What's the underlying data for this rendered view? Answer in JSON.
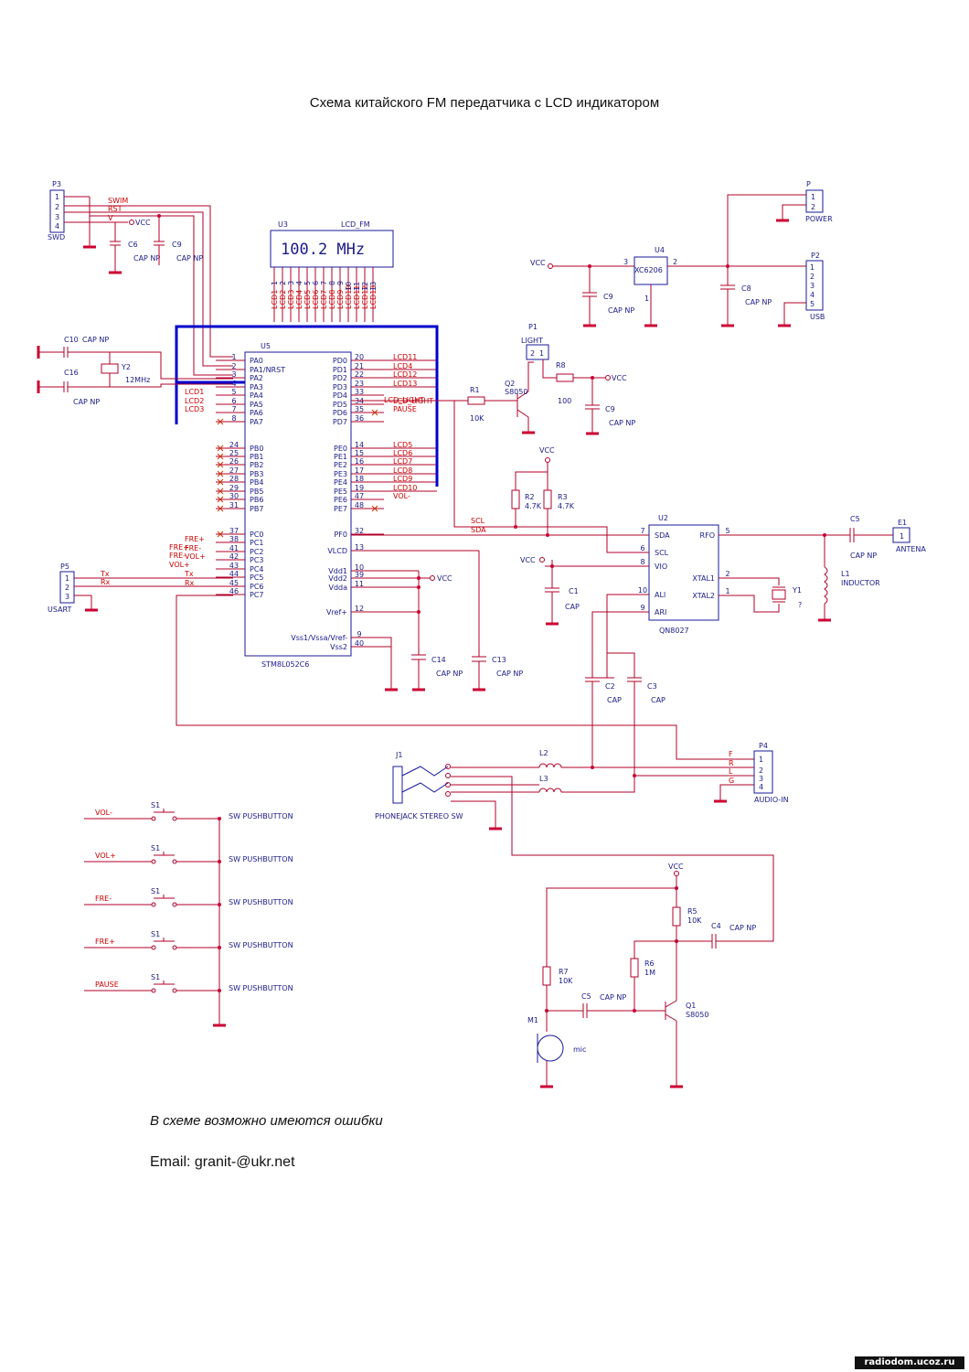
{
  "title": "Схема китайского FM передатчика с LCD индикатором",
  "note": "В схеме возможно имеются ошибки",
  "email": "Email: granit-@ukr.net",
  "watermark": "radiodom.ucoz.ru",
  "lcd": {
    "ref": "U3",
    "name": "LCD_FM",
    "display": "100.2 MHz",
    "pins": [
      "LCD1",
      "LCD2",
      "LCD3",
      "LCD4",
      "LCD5",
      "LCD6",
      "LCD7",
      "LCD8",
      "LCD9",
      "LCD10",
      "LCD11",
      "LCD12",
      "LCD13"
    ],
    "pin_numbers": [
      "1",
      "2",
      "3",
      "4",
      "5",
      "6",
      "7",
      "8",
      "9",
      "10",
      "11",
      "12",
      "13"
    ]
  },
  "mcu": {
    "ref": "U5",
    "part": "STM8L052C6",
    "left_pins": [
      {
        "num": "1",
        "name": "PA0",
        "net": ""
      },
      {
        "num": "2",
        "name": "PA1/NRST",
        "net": ""
      },
      {
        "num": "3",
        "name": "PA2",
        "net": ""
      },
      {
        "num": "4",
        "name": "PA3",
        "net": ""
      },
      {
        "num": "5",
        "name": "PA4",
        "net": "LCD1"
      },
      {
        "num": "6",
        "name": "PA5",
        "net": "LCD2"
      },
      {
        "num": "7",
        "name": "PA6",
        "net": "LCD3"
      },
      {
        "num": "8",
        "name": "PA7",
        "net": ""
      },
      {
        "num": "24",
        "name": "PB0",
        "net": ""
      },
      {
        "num": "25",
        "name": "PB1",
        "net": ""
      },
      {
        "num": "26",
        "name": "PB2",
        "net": ""
      },
      {
        "num": "27",
        "name": "PB3",
        "net": ""
      },
      {
        "num": "28",
        "name": "PB4",
        "net": ""
      },
      {
        "num": "29",
        "name": "PB5",
        "net": ""
      },
      {
        "num": "30",
        "name": "PB6",
        "net": ""
      },
      {
        "num": "31",
        "name": "PB7",
        "net": ""
      },
      {
        "num": "37",
        "name": "PC0",
        "net": ""
      },
      {
        "num": "38",
        "name": "PC1",
        "net": "FRE+"
      },
      {
        "num": "41",
        "name": "PC2",
        "net": "FRE-"
      },
      {
        "num": "42",
        "name": "PC3",
        "net": "VOL+"
      },
      {
        "num": "43",
        "name": "PC4",
        "net": ""
      },
      {
        "num": "44",
        "name": "PC5",
        "net": "Tx"
      },
      {
        "num": "45",
        "name": "PC6",
        "net": "Rx"
      },
      {
        "num": "46",
        "name": "PC7",
        "net": ""
      }
    ],
    "right_pins": [
      {
        "num": "20",
        "name": "PD0",
        "net": "LCD11"
      },
      {
        "num": "21",
        "name": "PD1",
        "net": "LCD4"
      },
      {
        "num": "22",
        "name": "PD2",
        "net": "LCD12"
      },
      {
        "num": "23",
        "name": "PD3",
        "net": "LCD13"
      },
      {
        "num": "33",
        "name": "PD4",
        "net": ""
      },
      {
        "num": "34",
        "name": "PD5",
        "net": "LCD_LIGHT"
      },
      {
        "num": "35",
        "name": "PD6",
        "net": "PAUSE"
      },
      {
        "num": "36",
        "name": "PD7",
        "net": ""
      },
      {
        "num": "14",
        "name": "PE0",
        "net": "LCD5"
      },
      {
        "num": "15",
        "name": "PE1",
        "net": "LCD6"
      },
      {
        "num": "16",
        "name": "PE2",
        "net": "LCD7"
      },
      {
        "num": "17",
        "name": "PE3",
        "net": "LCD8"
      },
      {
        "num": "18",
        "name": "PE4",
        "net": "LCD9"
      },
      {
        "num": "19",
        "name": "PE5",
        "net": "LCD10"
      },
      {
        "num": "47",
        "name": "PE6",
        "net": "VOL-"
      },
      {
        "num": "48",
        "name": "PE7",
        "net": ""
      },
      {
        "num": "32",
        "name": "PF0",
        "net": ""
      },
      {
        "num": "13",
        "name": "VLCD",
        "net": ""
      },
      {
        "num": "10",
        "name": "Vdd1",
        "net": ""
      },
      {
        "num": "39",
        "name": "Vdd2",
        "net": ""
      },
      {
        "num": "11",
        "name": "Vdda",
        "net": ""
      },
      {
        "num": "12",
        "name": "Vref+",
        "net": ""
      },
      {
        "num": "9",
        "name": "Vss1/Vssa/Vref-",
        "net": ""
      },
      {
        "num": "40",
        "name": "Vss2",
        "net": ""
      }
    ]
  },
  "swd": {
    "ref": "P3",
    "name": "SWD",
    "pins": [
      "1",
      "2",
      "3",
      "4"
    ],
    "nets": [
      "SWIM",
      "RST",
      "V"
    ]
  },
  "usart": {
    "ref": "P5",
    "name": "USART",
    "pins": [
      "1",
      "2",
      "3"
    ]
  },
  "power": {
    "ref": "P",
    "name": "POWER",
    "pins": [
      "1",
      "2"
    ]
  },
  "usb": {
    "ref": "P2",
    "name": "USB",
    "pins": [
      "1",
      "2",
      "3",
      "4",
      "5"
    ]
  },
  "audio_in": {
    "ref": "P4",
    "name": "AUDIO-IN",
    "pins": [
      "1",
      "2",
      "3",
      "4"
    ],
    "nets": [
      "F",
      "R",
      "L",
      "G"
    ]
  },
  "regulator": {
    "ref": "U4",
    "part": "XC6206",
    "pins": [
      "3",
      "2",
      "1"
    ]
  },
  "fm": {
    "ref": "U2",
    "part": "QN8027",
    "left_pins": [
      {
        "num": "7",
        "name": "SDA"
      },
      {
        "num": "6",
        "name": "SCL"
      },
      {
        "num": "8",
        "name": "VIO"
      },
      {
        "num": "10",
        "name": "ALI"
      },
      {
        "num": "9",
        "name": "ARI"
      }
    ],
    "right_pins": [
      {
        "num": "5",
        "name": "RFO"
      },
      {
        "num": "2",
        "name": "XTAL1"
      },
      {
        "num": "1",
        "name": "XTAL2"
      }
    ]
  },
  "nets": {
    "scl": "SCL",
    "sda": "SDA",
    "vcc": "VCC",
    "fre_plus": "FRE+",
    "fre_minus": "FRE-",
    "vol_plus": "VOL+",
    "tx": "Tx",
    "rx": "Rx",
    "lcd_light": "LCD_LIGHT",
    "pause": "PAUSE",
    "vol_minus": "VOL-"
  },
  "components": {
    "c6": "C6",
    "c6v": "CAP NP",
    "c9a": "C9",
    "c9av": "CAP NP",
    "c10": "C10",
    "c10v": "CAP NP",
    "c16": "C16",
    "c16v": "CAP NP",
    "y2": "Y2",
    "y2v": "12MHz",
    "p1": "P1",
    "p1v": "LIGHT",
    "p1pins": [
      "2",
      "1"
    ],
    "r8": "R8",
    "r8v": "100",
    "c9c": "C9",
    "c9cv": "CAP NP",
    "r1": "R1",
    "r1v": "10K",
    "q2": "Q2",
    "q2v": "S8050",
    "r2": "R2",
    "r2v": "4.7K",
    "r3": "R3",
    "r3v": "4.7K",
    "c9b": "C9",
    "c9bv": "CAP NP",
    "c8": "C8",
    "c8v": "CAP NP",
    "c1": "C1",
    "c1v": "CAP",
    "c5a": "C5",
    "c5av": "CAP NP",
    "e1": "E1",
    "e1v": "ANTENA",
    "e1pin": "1",
    "l1": "L1",
    "l1v": "INDUCTOR",
    "y1": "Y1",
    "y1v": "?",
    "c14": "C14",
    "c14v": "CAP NP",
    "c13": "C13",
    "c13v": "CAP NP",
    "c2": "C2",
    "c2v": "CAP",
    "c3": "C3",
    "c3v": "CAP",
    "j1": "J1",
    "j1v": "PHONEJACK STEREO SW",
    "l2": "L2",
    "l3": "L3",
    "r5": "R5",
    "r5v": "10K",
    "c4": "C4",
    "c4v": "CAP NP",
    "r6": "R6",
    "r6v": "1M",
    "r7": "R7",
    "r7v": "10K",
    "c5b": "C5",
    "c5bv": "CAP NP",
    "q1": "Q1",
    "q1v": "S8050",
    "m1": "M1",
    "m1v": "mic"
  },
  "switches": [
    {
      "net": "VOL-",
      "ref": "S1",
      "type": "SW PUSHBUTTON"
    },
    {
      "net": "VOL+",
      "ref": "S1",
      "type": "SW PUSHBUTTON"
    },
    {
      "net": "FRE-",
      "ref": "S1",
      "type": "SW PUSHBUTTON"
    },
    {
      "net": "FRE+",
      "ref": "S1",
      "type": "SW PUSHBUTTON"
    },
    {
      "net": "PAUSE",
      "ref": "S1",
      "type": "SW PUSHBUTTON"
    }
  ]
}
